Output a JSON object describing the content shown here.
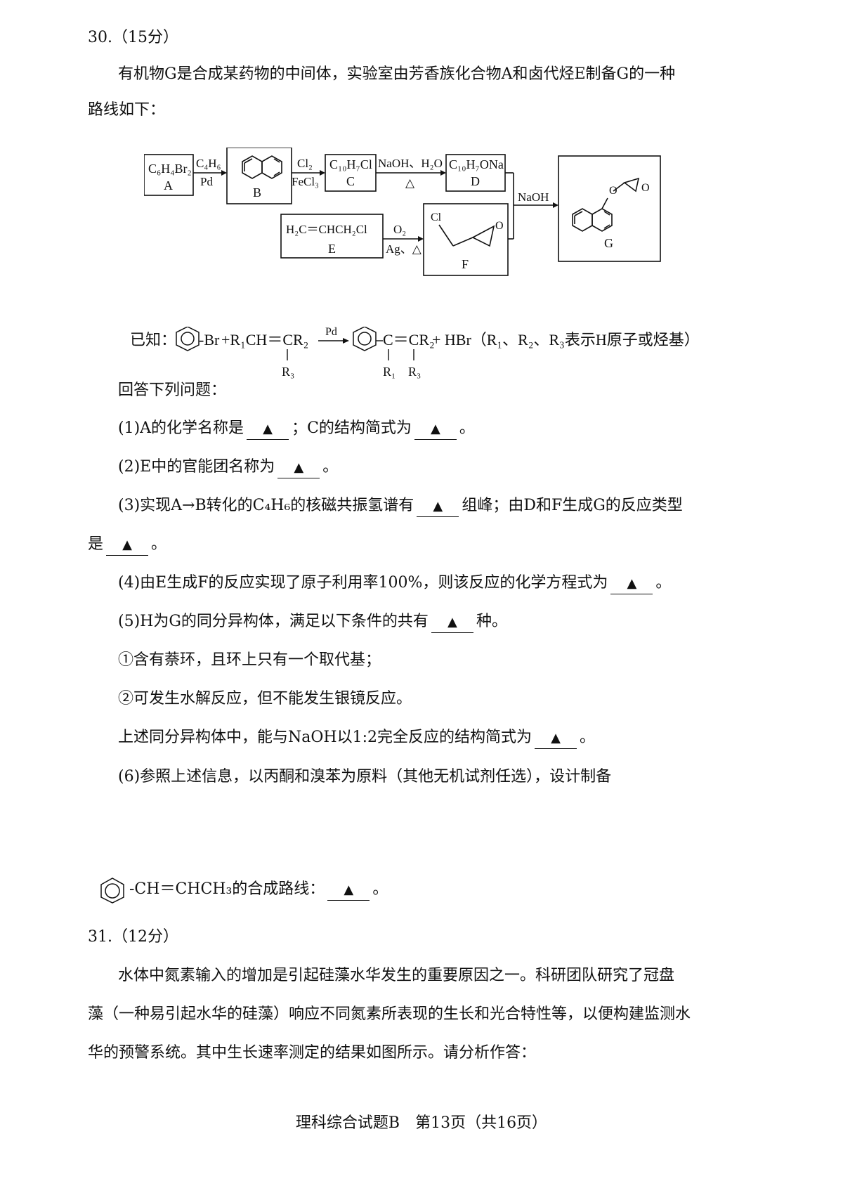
{
  "q30": {
    "heading": "30.（15分）",
    "intro1": "有机物G是合成某药物的中间体，实验室由芳香族化合物A和卤代烃E制备G的一种",
    "intro2": "路线如下：",
    "scheme": {
      "A_formula": "C₆H₄Br₂",
      "A_label": "A",
      "r1_top": "C₄H₆",
      "r1_bottom": "Pd",
      "B_label": "B",
      "r2_top": "Cl₂",
      "r2_bottom": "FeCl₃",
      "C_formula": "C₁₀H₇Cl",
      "C_label": "C",
      "r3_top": "NaOH、H₂O",
      "r3_bottom": "△",
      "D_formula": "C₁₀H₇ONa",
      "D_label": "D",
      "r4": "NaOH",
      "G_label": "G",
      "E_formula": "H₂C＝CHCH₂Cl",
      "E_label": "E",
      "r5_top": "O₂",
      "r5_bottom": "Ag、△",
      "F_label": "F",
      "F_cl": "Cl",
      "F_o": "O",
      "G_o1": "O",
      "G_o2": "O"
    },
    "known": {
      "prefix": "已知：",
      "br": "-Br",
      "plus1": "+R₁CH＝CR₂",
      "pd": "Pd",
      "r3_left": "R₃",
      "c_eq": "C＝CR₂",
      "r1_right": "R₁",
      "r3_right": "R₃",
      "tail": "+ HBr（R₁、R₂、R₃表示H原子或烃基）"
    },
    "answer_heading": "回答下列问题：",
    "p1_a": "(1)A的化学名称是",
    "p1_b": "；C的结构简式为",
    "p1_c": "。",
    "p2_a": "(2)E中的官能团名称为",
    "p2_b": "。",
    "p3_a": "(3)实现A→B转化的C₄H₆的核磁共振氢谱有",
    "p3_b": "组峰；由D和F生成G的反应类型",
    "p3_c": "是",
    "p3_d": "。",
    "p4_a": "(4)由E生成F的反应实现了原子利用率100%，则该反应的化学方程式为",
    "p4_b": "。",
    "p5_a": "(5)H为G的同分异构体，满足以下条件的共有",
    "p5_b": "种。",
    "cond1": "①含有萘环，且环上只有一个取代基；",
    "cond2": "②可发生水解反应，但不能发生银镜反应。",
    "p5_c": "上述同分异构体中，能与NaOH以1:2完全反应的结构简式为",
    "p5_d": "。",
    "p6_a": "(6)参照上述信息，以丙酮和溴苯为原料（其他无机试剂任选），设计制备",
    "p6_b": "-CH＝CHCH₃的合成路线：",
    "p6_c": "。",
    "answer_mark": "▲"
  },
  "q31": {
    "heading": "31.（12分）",
    "line1": "水体中氮素输入的增加是引起硅藻水华发生的重要原因之一。科研团队研究了冠盘",
    "line2": "藻（一种易引起水华的硅藻）响应不同氮素所表现的生长和光合特性等，以便构建监测水",
    "line3": "华的预警系统。其中生长速率测定的结果如图所示。请分析作答："
  },
  "footer": "理科综合试题B　第13页（共16页）"
}
